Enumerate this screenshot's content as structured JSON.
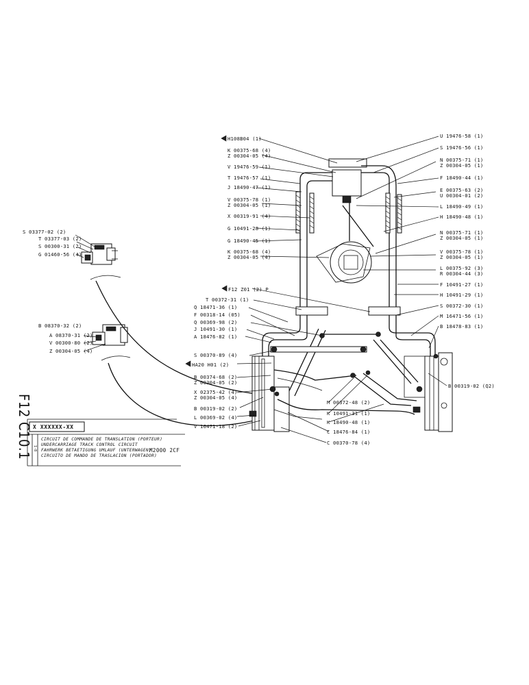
{
  "doc": {
    "code": "F12 C10.1",
    "ref_box": "X XXXXXX-XX",
    "side_mark": "1-8",
    "model": "M2000 2CF",
    "titles": [
      "CIRCUIT DE COMMANDE DE TRANSLATION (PORTEUR)",
      "UNDERCARRIAGE TRACK CONTROL CIRCUIT",
      "FAHRWERK BETAETIGUNG UMLAUF (UNTERWAGEN)",
      "CIRCUITO DE MANDO DE TRASLACION (PORTADOR)"
    ]
  },
  "valve_a_labels": [
    "S 03377-02 (2)",
    "T 03377-03 (2)",
    "S 00300-31 (2)",
    "G 01460-56 (4)"
  ],
  "valve_b_labels": [
    "B 08370-32 (2)",
    "A 08370-31 (2)",
    "V 00300-80 (2)",
    "Z 00304-05 (4)"
  ],
  "left_labels": [
    "H108B04 (1)",
    "K 00375-68 (4)",
    "Z 00304-05 (4)",
    "V 19476-59 (1)",
    "T 19476-57 (1)",
    "J 18490-47 (1)",
    "V 00375-78 (1)",
    "Z 00304-05 (1)",
    "X 00319-91 (4)",
    "G 10491-28 (1)",
    "G 18490-45 (1)",
    "K 00375-68 (4)",
    "Z 00304-05 (4)",
    "F12  Z01 (2) P",
    "T 00372-31 (1)",
    "Q 18471-36 (1)",
    "F 00318-14 (05)",
    "Q 00369-98 (2)",
    "J 10491-30 (1)",
    "A 18476-82 (1)",
    "S 00370-89 (4)",
    "HA20 H01 (2)",
    "B 00374-68 (2)",
    "Z 00304-05 (2)",
    "X 02375-42 (4)",
    "Z 00304-05 (4)",
    "B 00319-02 (2)",
    "L 00369-02 (4)",
    "V 16471-18 (2)"
  ],
  "right_labels": [
    "U 19476-58 (1)",
    "S 19476-56 (1)",
    "N 00375-71 (1)",
    "Z 00304-05 (1)",
    "F 18490-44 (1)",
    "E 00375-63 (2)",
    "U 00304-01 (2)",
    "L 18490-49 (1)",
    "H 18490-48 (1)",
    "N 00375-71 (1)",
    "Z 00304-05 (1)",
    "V 00375-78 (1)",
    "Z 00304-05 (1)",
    "L 00375-92 (3)",
    "R 00304-44 (3)",
    "F 10491-27 (1)",
    "H 10491-29 (1)",
    "S 00372-30 (1)",
    "M 16471-56 (1)",
    "B 18478-83 (1)",
    "B 00319-02 (Q2)",
    "M 00372-48 (2)",
    "K 10491-31 (1)",
    "K 18490-48 (1)",
    "C 18476-84 (1)",
    "C 00370-78 (4)"
  ]
}
